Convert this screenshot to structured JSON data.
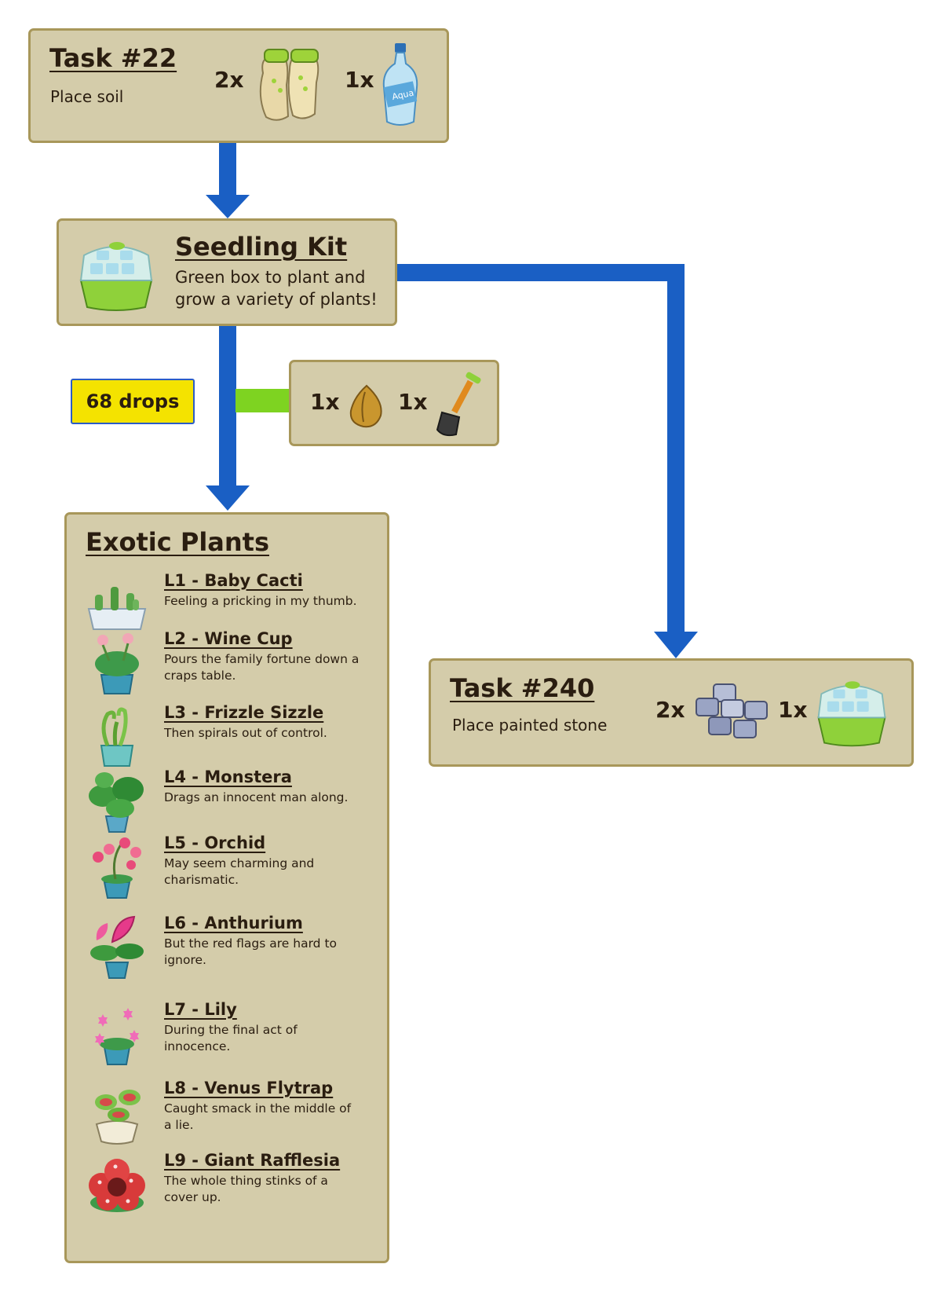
{
  "task22": {
    "title": "Task #22",
    "subtitle": "Place soil",
    "items": [
      {
        "qty": "2x",
        "icon": "gloves-icon"
      },
      {
        "qty": "1x",
        "icon": "water-bottle-icon",
        "label": "Aqua"
      }
    ]
  },
  "seedling_kit": {
    "title": "Seedling Kit",
    "description_line1": "Green box to plant and",
    "description_line2": "grow a variety of plants!",
    "icon": "seedling-kit-icon"
  },
  "drops": {
    "label": "68 drops"
  },
  "requirements": [
    {
      "qty": "1x",
      "icon": "seed-icon"
    },
    {
      "qty": "1x",
      "icon": "shovel-icon"
    }
  ],
  "exotic_plants": {
    "title": "Exotic Plants",
    "levels": [
      {
        "name": "L1 - Baby Cacti",
        "desc": "Feeling a pricking in my thumb.",
        "icon": "baby-cacti-icon"
      },
      {
        "name": "L2 - Wine Cup",
        "desc": "Pours the family fortune down a craps table.",
        "icon": "wine-cup-icon"
      },
      {
        "name": "L3 - Frizzle Sizzle",
        "desc": "Then spirals out of control.",
        "icon": "frizzle-sizzle-icon"
      },
      {
        "name": "L4 - Monstera",
        "desc": "Drags an innocent man along.",
        "icon": "monstera-icon"
      },
      {
        "name": "L5 - Orchid",
        "desc": "May seem charming and charismatic.",
        "icon": "orchid-icon"
      },
      {
        "name": "L6 - Anthurium",
        "desc": "But the red flags are hard to ignore.",
        "icon": "anthurium-icon"
      },
      {
        "name": "L7 - Lily",
        "desc": "During the final act of innocence.",
        "icon": "lily-icon"
      },
      {
        "name": "L8 - Venus Flytrap",
        "desc": "Caught smack in the middle of a lie.",
        "icon": "venus-flytrap-icon"
      },
      {
        "name": "L9 - Giant Rafflesia",
        "desc": "The whole thing stinks of a cover up.",
        "icon": "giant-rafflesia-icon"
      }
    ]
  },
  "task240": {
    "title": "Task #240",
    "subtitle": "Place painted stone",
    "items": [
      {
        "qty": "2x",
        "icon": "painted-stone-icon"
      },
      {
        "qty": "1x",
        "icon": "seedling-kit-icon"
      }
    ]
  },
  "colors": {
    "panel": "#d4ccaa",
    "panel_border": "#a8975a",
    "arrow_blue": "#1a5fc4",
    "connector_green": "#7ed321",
    "drops_yellow": "#f4e300"
  }
}
